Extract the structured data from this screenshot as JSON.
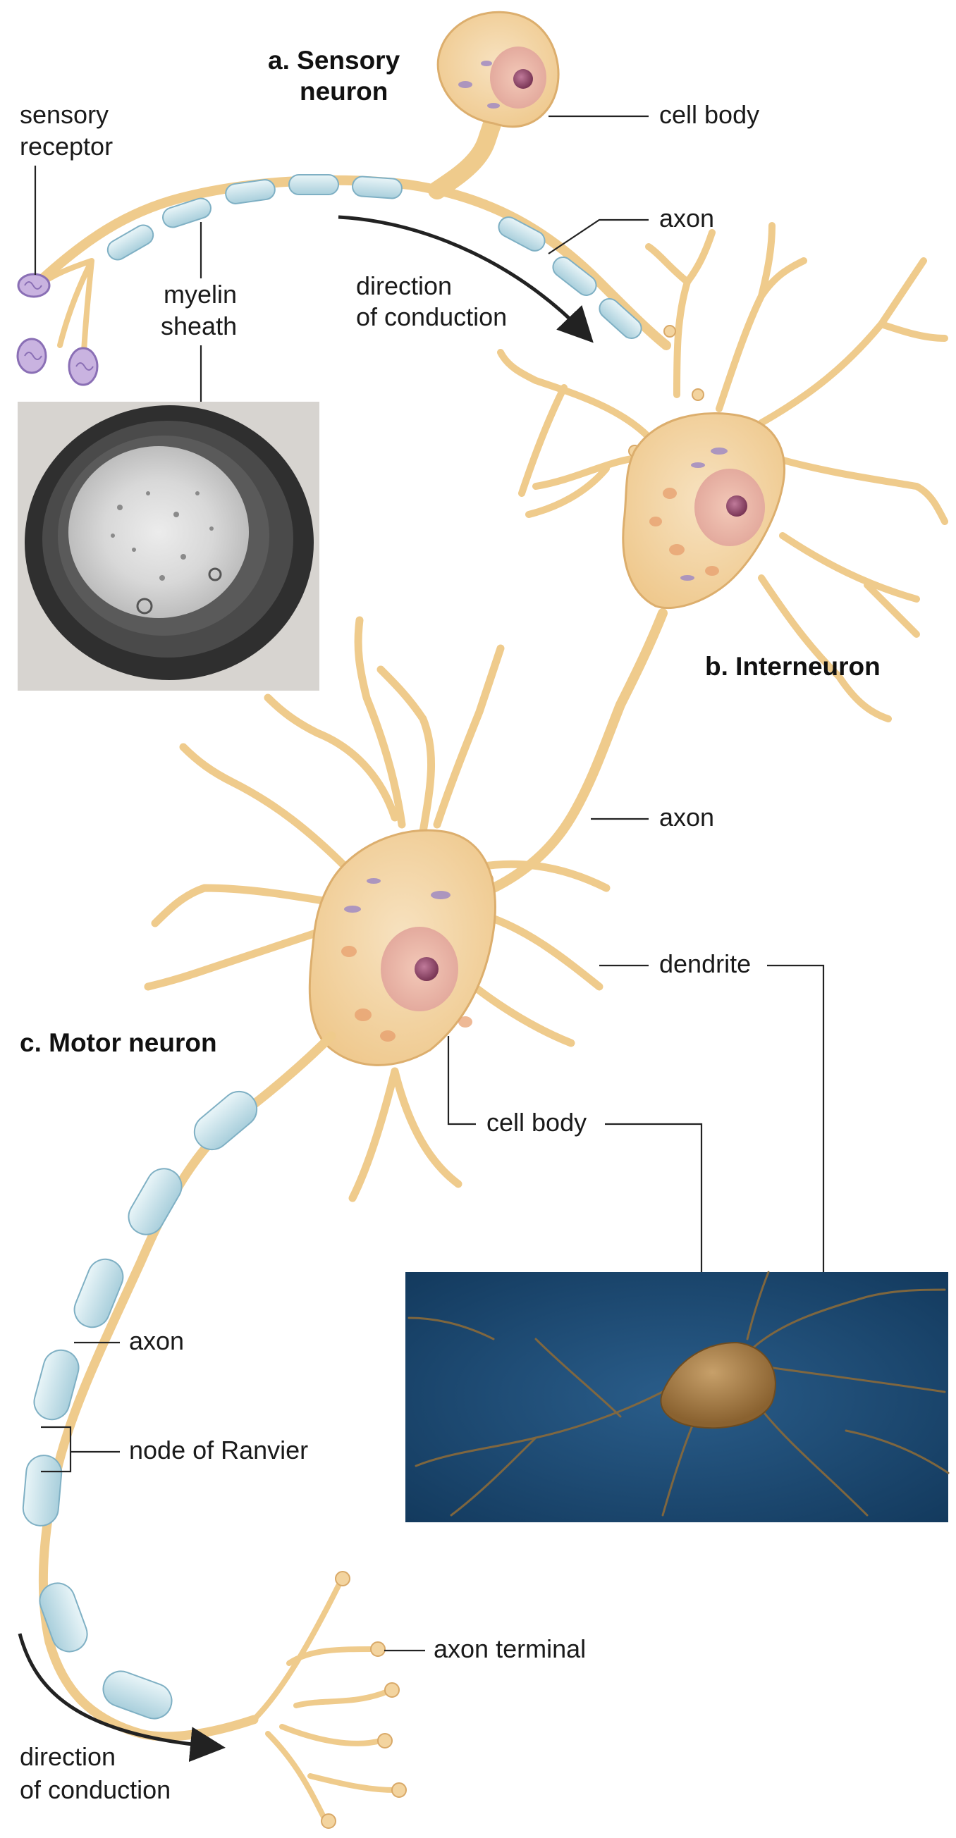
{
  "sensory": {
    "title_line1": "a. Sensory",
    "title_line2": "neuron",
    "receptor_line1": "sensory",
    "receptor_line2": "receptor",
    "myelin_line1": "myelin",
    "myelin_line2": "sheath",
    "cell_body": "cell body",
    "axon": "axon",
    "direction_line1": "direction",
    "direction_line2": "of conduction"
  },
  "interneuron": {
    "title": "b.  Interneuron",
    "axon": "axon"
  },
  "motor": {
    "title": "c. Motor neuron",
    "dendrite": "dendrite",
    "cell_body": "cell body",
    "axon": "axon",
    "node": "node of Ranvier",
    "axon_terminal": "axon terminal",
    "direction_line1": "direction",
    "direction_line2": "of conduction"
  },
  "colors": {
    "neuron_fill": "#f3d49f",
    "neuron_stroke": "#d9a968",
    "myelin": "#cfe6ee",
    "micrograph_bg": "#1c4a73",
    "sem_cell": "#a37a3e",
    "tem_ring": "#3a3a3a"
  }
}
